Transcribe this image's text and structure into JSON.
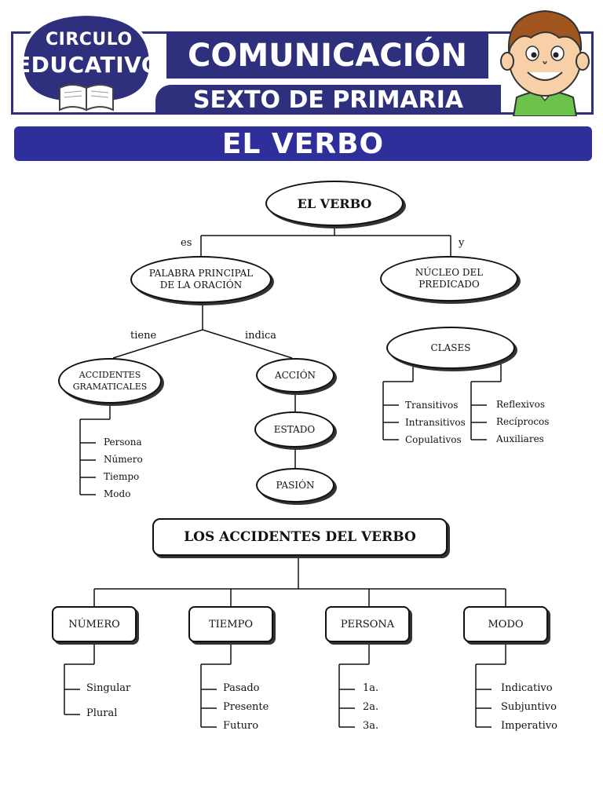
{
  "header": {
    "logo_line1": "CIRCULO",
    "logo_line2": "EDUCATIVO",
    "subject": "COMUNICACIÓN",
    "grade": "SEXTO DE PRIMARIA"
  },
  "banner_title": "EL VERBO",
  "diagram1": {
    "root": "EL VERBO",
    "edge_left": "es",
    "edge_right": "y",
    "left_node_line1": "PALABRA PRINCIPAL",
    "left_node_line2": "DE LA ORACIÓN",
    "right_node_line1": "NÚCLEO DEL",
    "right_node_line2": "PREDICADO",
    "edge_tiene": "tiene",
    "edge_indica": "indica",
    "accidentes_line1": "ACCIDENTES",
    "accidentes_line2": "GRAMATICALES",
    "accidentes_items": [
      "Persona",
      "Número",
      "Tiempo",
      "Modo"
    ],
    "accion": "ACCIÓN",
    "estado": "ESTADO",
    "pasion": "PASIÓN",
    "clases": "CLASES",
    "clases_left": [
      "Transitivos",
      "Intransitivos",
      "Copulativos"
    ],
    "clases_right": [
      "Reflexivos",
      "Recíprocos",
      "Auxiliares"
    ]
  },
  "diagram2": {
    "root": "LOS ACCIDENTES DEL VERBO",
    "numero": "NÚMERO",
    "tiempo": "TIEMPO",
    "persona": "PERSONA",
    "modo": "MODO",
    "numero_items": [
      "Singular",
      "Plural"
    ],
    "tiempo_items": [
      "Pasado",
      "Presente",
      "Futuro"
    ],
    "persona_items": [
      "1a.",
      "2a.",
      "3a."
    ],
    "modo_items": [
      "Indicativo",
      "Subjuntivo",
      "Imperativo"
    ]
  },
  "colors": {
    "brand_navy": "#2e2f7d",
    "banner_blue": "#2e2f9a",
    "ink": "#111111"
  }
}
